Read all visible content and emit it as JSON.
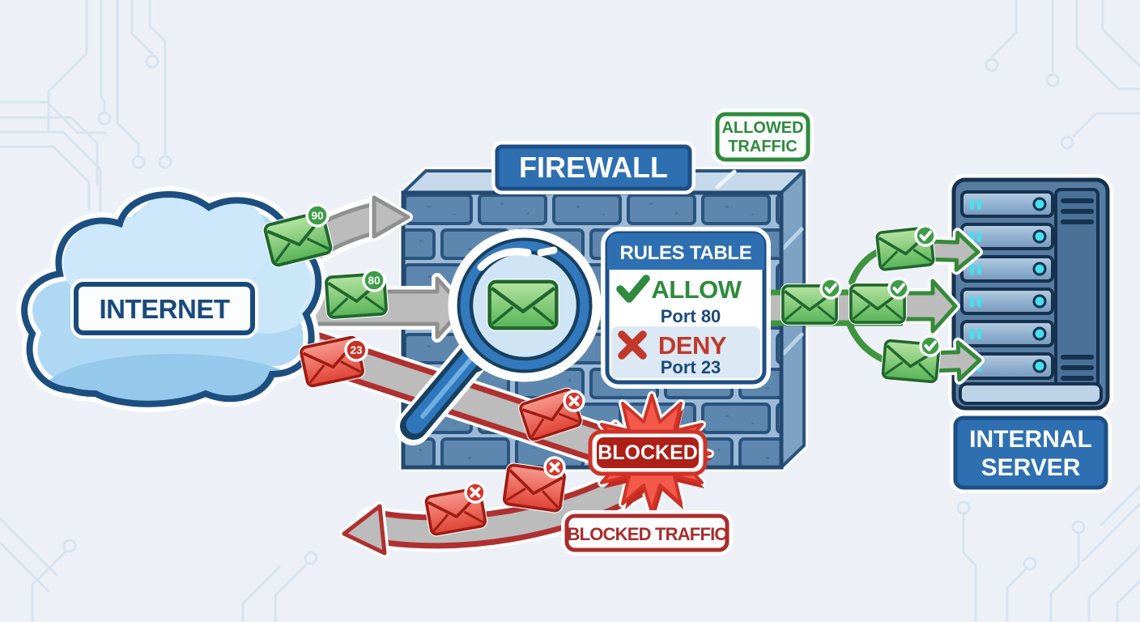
{
  "labels": {
    "internet": "INTERNET",
    "firewall": "FIREWALL",
    "allowed_traffic_line1": "ALLOWED",
    "allowed_traffic_line2": "TRAFFIC",
    "blocked_stamp": "BLOCKED",
    "blocked_traffic": "BLOCKED TRAFFIC",
    "internal_server_line1": "INTERNAL",
    "internal_server_line2": "SERVER"
  },
  "rules_table": {
    "title": "RULES TABLE",
    "allow_rule": {
      "action": "ALLOW",
      "port": "Port 80"
    },
    "deny_rule": {
      "action": "DENY",
      "port": "Port 23"
    }
  },
  "packets": {
    "allowed_top_badge": "90",
    "allowed_main_badge": "80",
    "blocked_badge": "23"
  },
  "icons": {
    "cloud": "internet-cloud",
    "wall": "brick-firewall",
    "magnifier": "packet-inspection-magnifier",
    "envelope_allowed": "green-envelope-packet",
    "envelope_blocked": "red-envelope-packet",
    "check_badge": "check-badge",
    "x_badge": "x-badge",
    "server": "server-rack",
    "burst": "blocked-burst"
  },
  "colors": {
    "background": "#edf1f7",
    "banner_blue": "#2e6fb2",
    "navy": "#1b4a7a",
    "allow_green": "#2e8b3d",
    "deny_red": "#c0392b",
    "blocked_dark_red": "#ad1f17",
    "brick_blue": "#5d87ae",
    "arrow_gray": "#bcbcbc",
    "cloud_blue": "#aed8f3",
    "led_cyan": "#45e0ec"
  }
}
